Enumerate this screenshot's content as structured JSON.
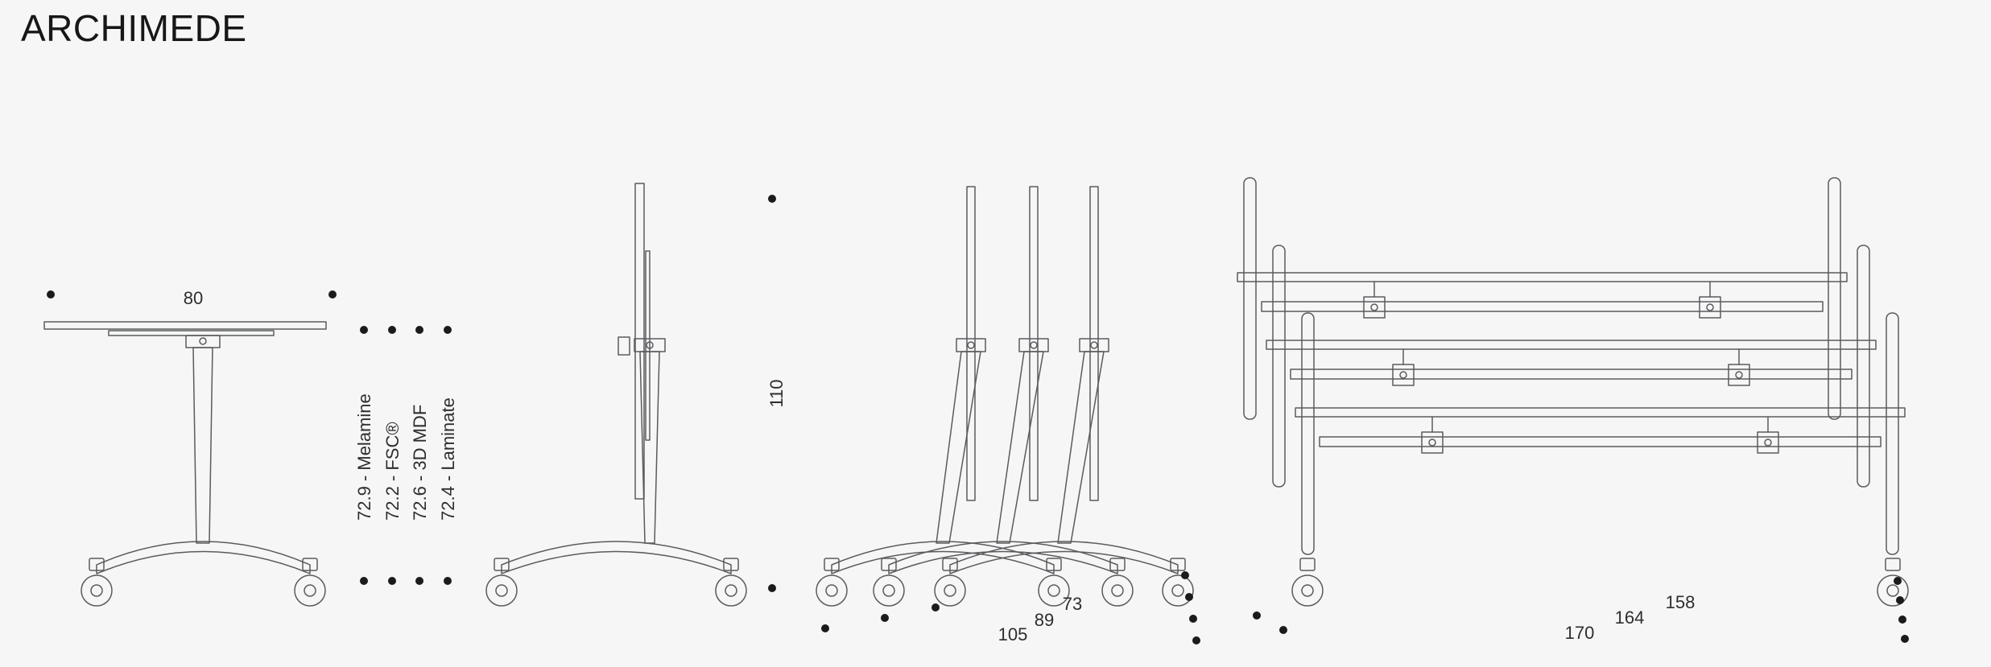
{
  "page": {
    "title": "ARCHIMEDE",
    "background_color": "#f6f6f6",
    "line_color": "#5a5b5e",
    "text_color": "#2e2e2e",
    "dot_color": "#1b1b1b"
  },
  "dimensions": {
    "open_width": "80",
    "folded_height": "110",
    "nested_depths": [
      "105",
      "89",
      "73"
    ],
    "nested_widths": [
      "170",
      "164",
      "158"
    ]
  },
  "materials": {
    "items": [
      "72.9 - Melamine",
      "72.2 - FSC®",
      "72.6 - 3D MDF",
      "72.4 - Laminate"
    ]
  }
}
